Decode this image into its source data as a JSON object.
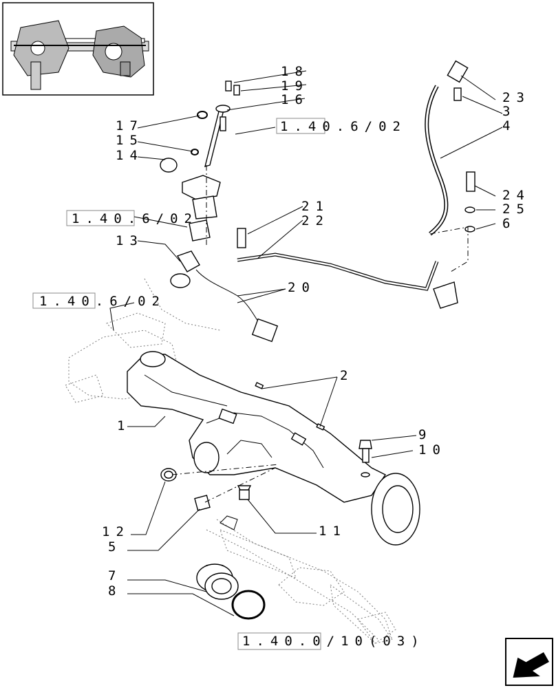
{
  "callouts": [
    {
      "id": "c1",
      "text": "1"
    },
    {
      "id": "c2",
      "text": "2"
    },
    {
      "id": "c3",
      "text": "3"
    },
    {
      "id": "c4",
      "text": "4"
    },
    {
      "id": "c5",
      "text": "5"
    },
    {
      "id": "c6",
      "text": "6"
    },
    {
      "id": "c7",
      "text": "7"
    },
    {
      "id": "c8",
      "text": "8"
    },
    {
      "id": "c9",
      "text": "9"
    },
    {
      "id": "c10",
      "text": "10"
    },
    {
      "id": "c11",
      "text": "11"
    },
    {
      "id": "c12",
      "text": "12"
    },
    {
      "id": "c13",
      "text": "13"
    },
    {
      "id": "c14",
      "text": "14"
    },
    {
      "id": "c15",
      "text": "15"
    },
    {
      "id": "c16",
      "text": "16"
    },
    {
      "id": "c17",
      "text": "17"
    },
    {
      "id": "c18",
      "text": "18"
    },
    {
      "id": "c19",
      "text": "19"
    },
    {
      "id": "c20",
      "text": "20"
    },
    {
      "id": "c21",
      "text": "21"
    },
    {
      "id": "c22",
      "text": "22"
    },
    {
      "id": "c23",
      "text": "23"
    },
    {
      "id": "c24",
      "text": "24"
    },
    {
      "id": "c25",
      "text": "25"
    }
  ],
  "references": [
    {
      "id": "r1",
      "text": "1.40.6/02"
    },
    {
      "id": "r2",
      "text": "1.40.6/02"
    },
    {
      "id": "r3",
      "text": "1.40.6/02"
    },
    {
      "id": "r4",
      "text": "1.40.0/10(03)"
    }
  ],
  "icons": {
    "thumbnail": "axle-assembly-thumbnail",
    "nav": "next-page-arrow-icon"
  }
}
